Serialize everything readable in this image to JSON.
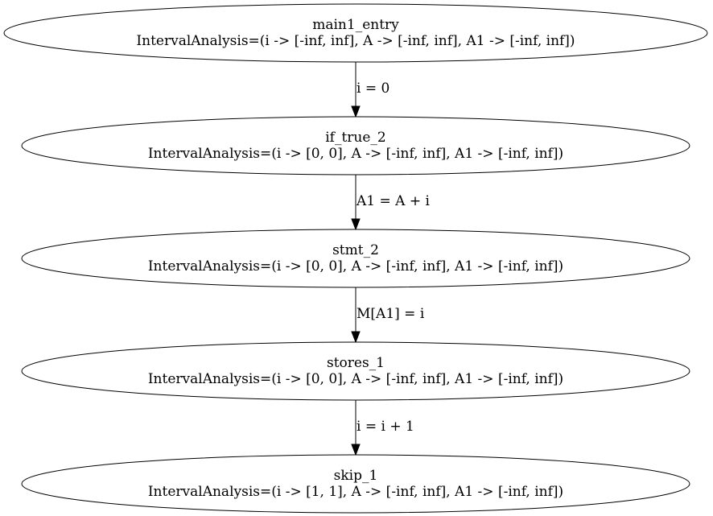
{
  "graph": {
    "nodes": [
      {
        "id": "main1_entry",
        "title": "main1_entry",
        "state": "IntervalAnalysis=(i -> [-inf, inf], A -> [-inf, inf], A1 -> [-inf, inf])"
      },
      {
        "id": "if_true_2",
        "title": "if_true_2",
        "state": "IntervalAnalysis=(i -> [0, 0], A -> [-inf, inf], A1 -> [-inf, inf])"
      },
      {
        "id": "stmt_2",
        "title": "stmt_2",
        "state": "IntervalAnalysis=(i -> [0, 0], A -> [-inf, inf], A1 -> [-inf, inf])"
      },
      {
        "id": "stores_1",
        "title": "stores_1",
        "state": "IntervalAnalysis=(i -> [0, 0], A -> [-inf, inf], A1 -> [-inf, inf])"
      },
      {
        "id": "skip_1",
        "title": "skip_1",
        "state": "IntervalAnalysis=(i -> [1, 1], A -> [-inf, inf], A1 -> [-inf, inf])"
      }
    ],
    "edges": [
      {
        "from": "main1_entry",
        "to": "if_true_2",
        "label": "i = 0"
      },
      {
        "from": "if_true_2",
        "to": "stmt_2",
        "label": "A1 = A + i"
      },
      {
        "from": "stmt_2",
        "to": "stores_1",
        "label": "M[A1] = i"
      },
      {
        "from": "stores_1",
        "to": "skip_1",
        "label": "i = i + 1"
      }
    ]
  }
}
